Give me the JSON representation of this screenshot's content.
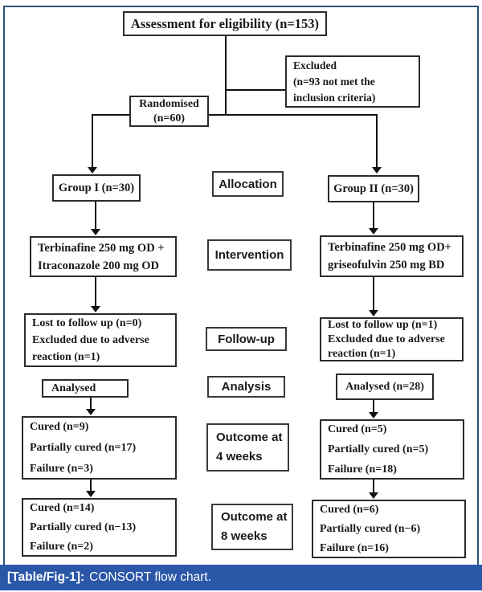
{
  "figure": {
    "caption_label": "[Table/Fig-1]:",
    "caption_text": "CONSORT flow chart.",
    "colors": {
      "caption_bar_bg": "#2b57a8",
      "caption_text": "#ffffff",
      "figure_border": "#2f5178",
      "box_border": "#2b2b2b",
      "connector": "#111111"
    }
  },
  "flow": {
    "assessment": "Assessment for eligibility (n=153)",
    "excluded": [
      "Excluded",
      "(n=93 not met the",
      "inclusion criteria)"
    ],
    "randomised": [
      "Randomised",
      "(n=60)"
    ],
    "group1": "Group I (n=30)",
    "group2": "Group II (n=30)",
    "intervention_left": [
      "Terbinafine 250 mg OD +",
      "Itraconazole 200 mg OD"
    ],
    "intervention_right": [
      "Terbinafine 250 mg OD+",
      "griseofulvin 250 mg BD"
    ],
    "followup_left": [
      "Lost to follow up (n=0)",
      "Excluded due to adverse",
      "reaction (n=1)"
    ],
    "followup_right": [
      "Lost to follow up (n=1)",
      "Excluded due to adverse",
      "reaction (n=1)"
    ],
    "analysed_left": "Analysed",
    "analysed_right": "Analysed (n=28)",
    "outcome4_left": [
      "Cured (n=9)",
      "Partially cured (n=17)",
      "Failure (n=3)"
    ],
    "outcome4_right": [
      "Cured (n=5)",
      "Partially cured (n=5)",
      "Failure (n=18)"
    ],
    "outcome8_left": [
      "Cured (n=14)",
      "Partially cured (n−13)",
      "Failure (n=2)"
    ],
    "outcome8_right": [
      "Cured (n=6)",
      "Partially cured (n−6)",
      "Failure (n=16)"
    ]
  },
  "stage_labels": {
    "allocation": "Allocation",
    "intervention": "Intervention",
    "followup": "Follow-up",
    "analysis": "Analysis",
    "outcome4": [
      "Outcome at",
      "4 weeks"
    ],
    "outcome8": [
      "Outcome at",
      "8 weeks"
    ]
  }
}
